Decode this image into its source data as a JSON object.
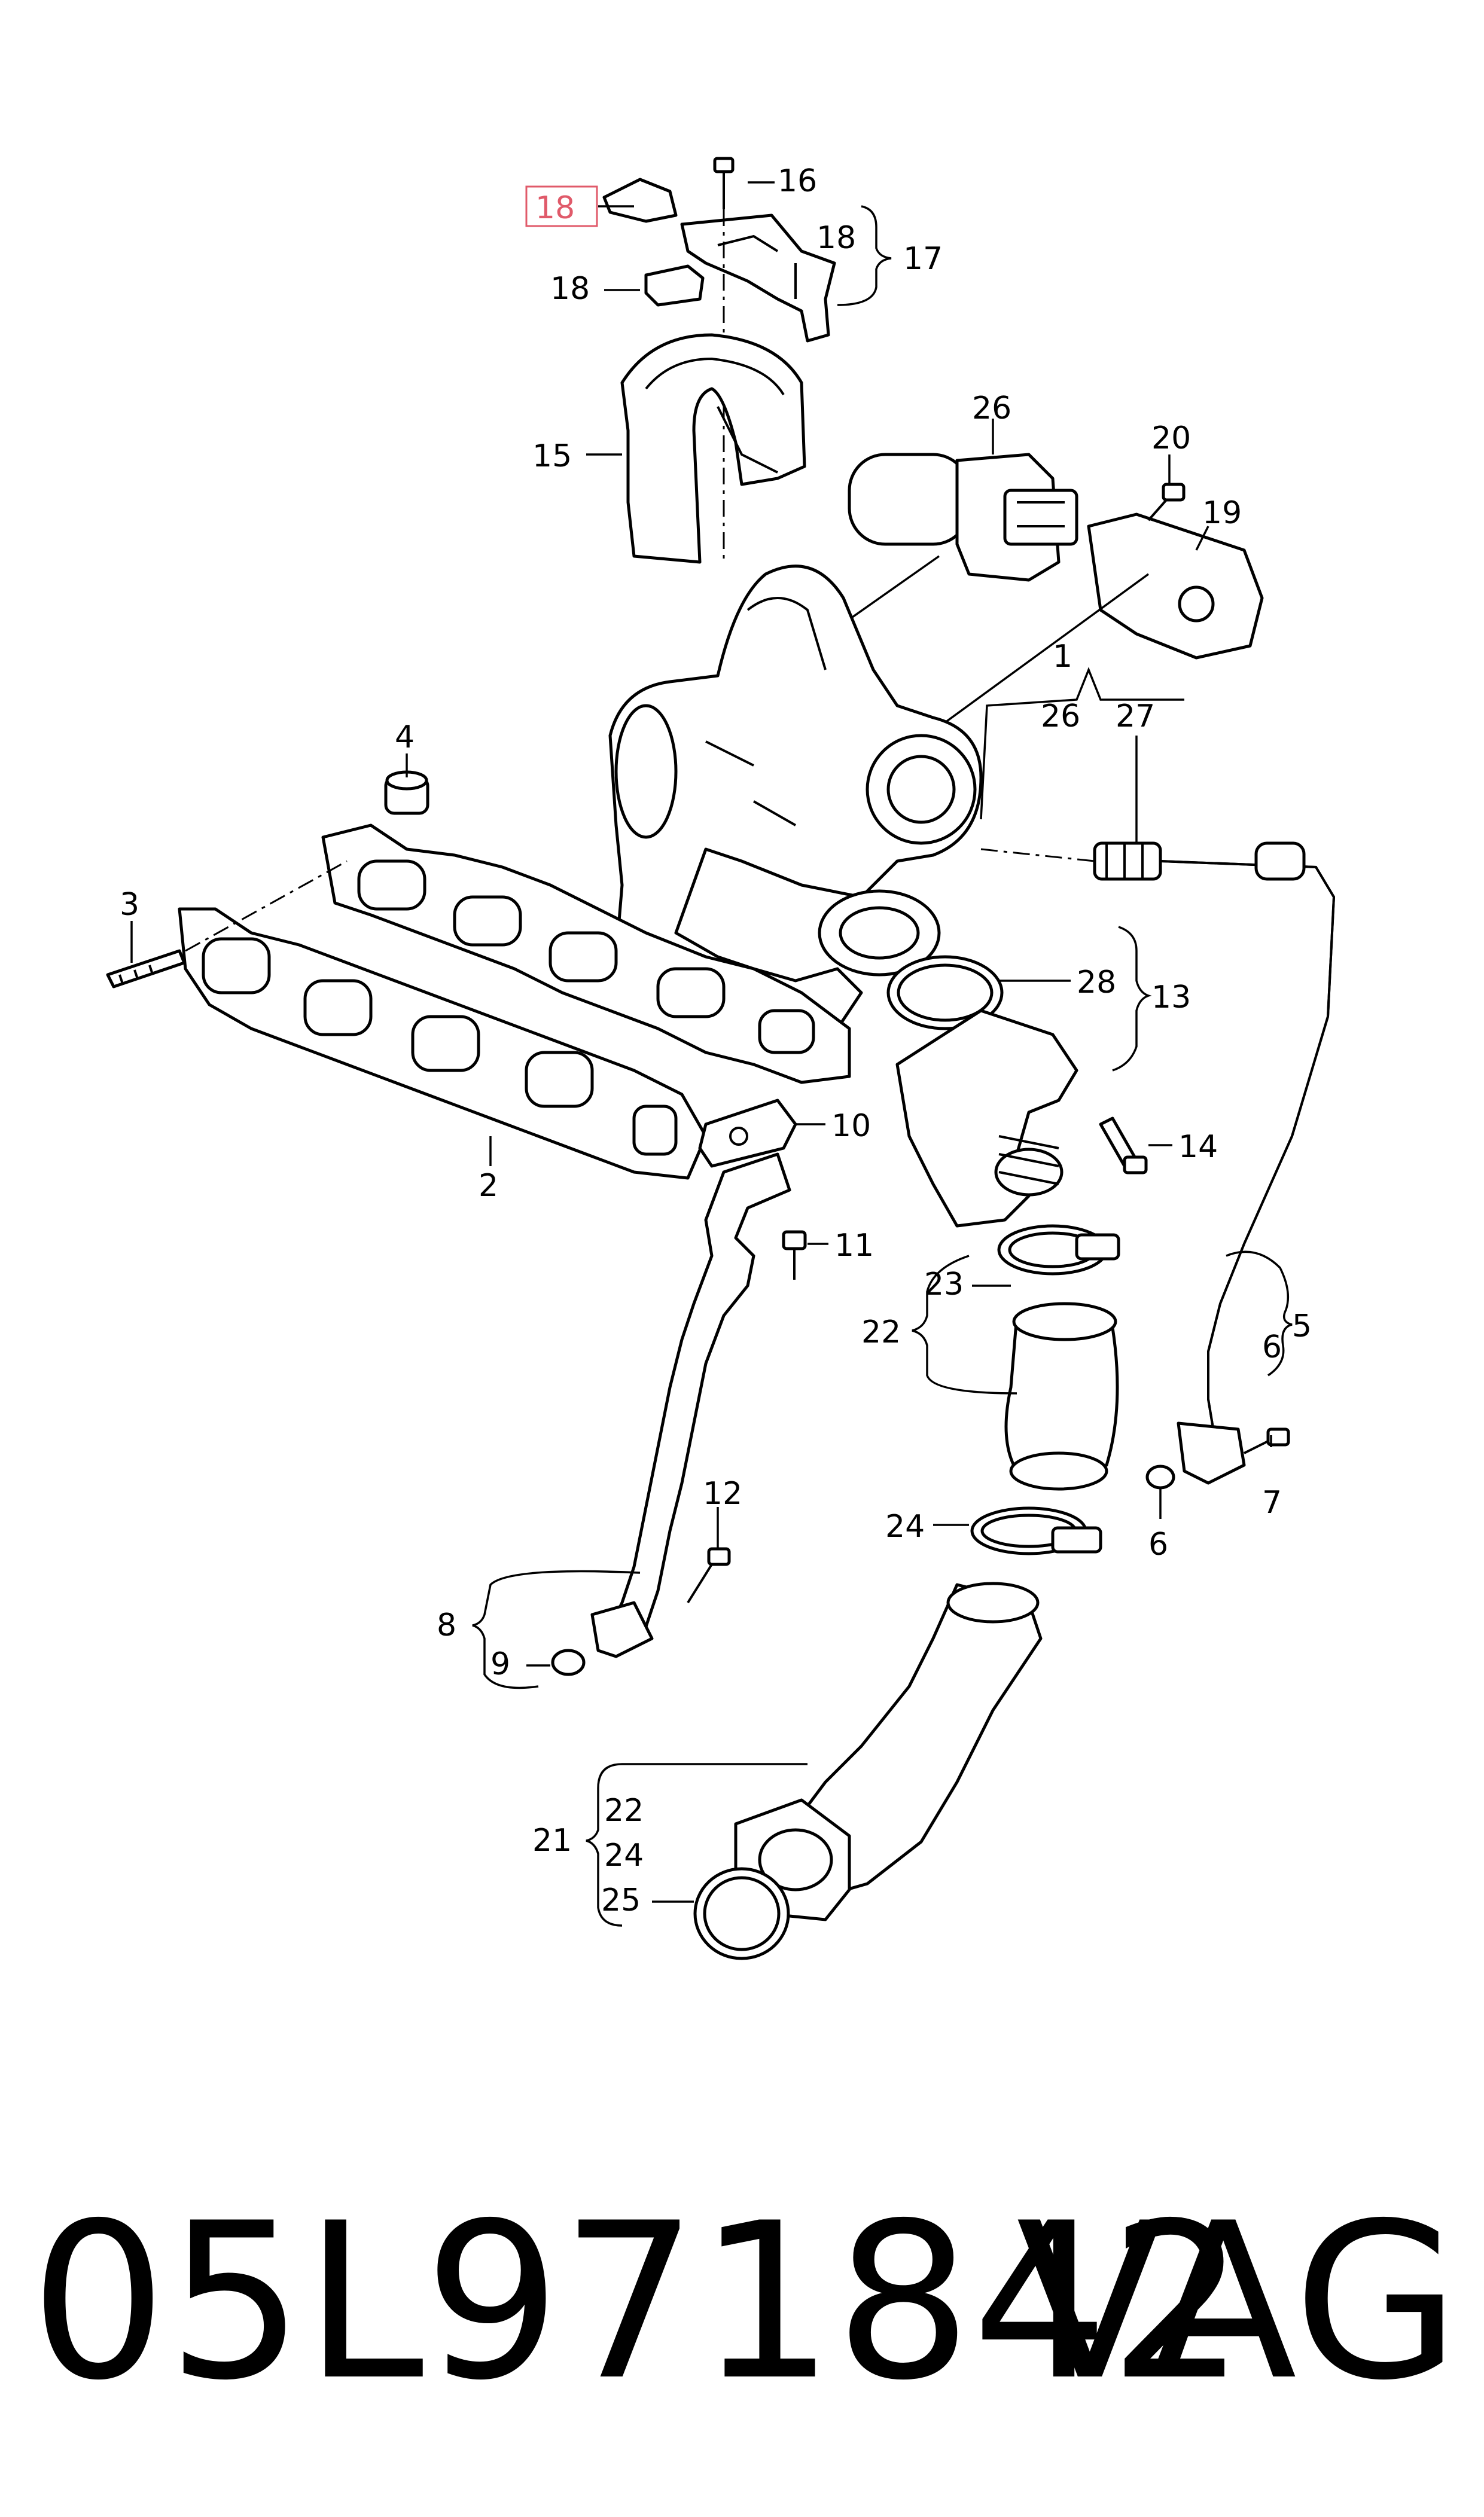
{
  "labels": {
    "l1": "1",
    "l2": "2",
    "l3": "3",
    "l4": "4",
    "l5": "5",
    "l6a": "6",
    "l6b": "6",
    "l7": "7",
    "l8": "8",
    "l9": "9",
    "l10": "10",
    "l11": "11",
    "l12": "12",
    "l13": "13",
    "l14": "14",
    "l15": "15",
    "l16": "16",
    "l17": "17",
    "l18_highlight": "18",
    "l18_bracket": "18",
    "l18_clip": "18",
    "l19": "19",
    "l20": "20",
    "l21": "21",
    "l22_bracket": "22",
    "l22_sub": "22",
    "l23": "23",
    "l24_clamp": "24",
    "l24_sub": "24",
    "l25": "25",
    "l26_actuator": "26",
    "l26_bracket": "26",
    "l27": "27",
    "l28": "28"
  },
  "highlight_color": "#e05a6a",
  "footer": {
    "part_number": "05L971842",
    "brand": "VAG"
  }
}
